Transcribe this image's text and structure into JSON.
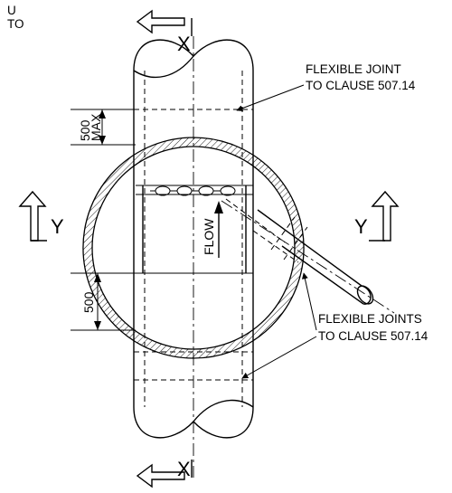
{
  "corner_text": {
    "line1": "U",
    "line2": "TO"
  },
  "section_markers": {
    "top": "X",
    "bottom": "X",
    "left": "Y",
    "right": "Y"
  },
  "callouts": {
    "joint_top_line1": "FLEXIBLE JOINT",
    "joint_top_line2": "TO CLAUSE 507.14",
    "joints_bottom_line1": "FLEXIBLE JOINTS",
    "joints_bottom_line2": "TO CLAUSE 507.14"
  },
  "dimensions": {
    "top_value": "500",
    "top_suffix": "MAX",
    "bottom_value": "500"
  },
  "flow_label": "FLOW",
  "colors": {
    "ink": "#000000",
    "background": "#ffffff"
  }
}
